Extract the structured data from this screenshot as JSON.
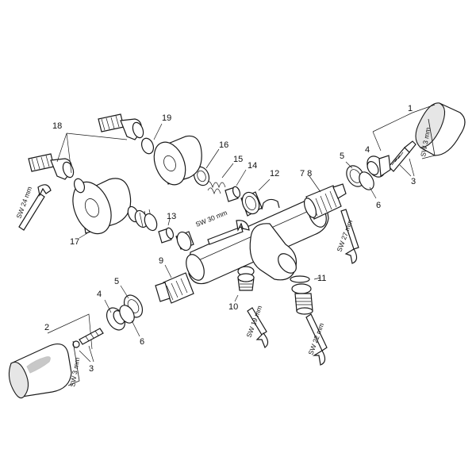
{
  "callouts": {
    "c1": "1",
    "c2": "2",
    "c3a": "3",
    "c3b": "3",
    "c4a": "4",
    "c4b": "4",
    "c5a": "5",
    "c5b": "5",
    "c6a": "6",
    "c6b": "6",
    "c7_8": "7 8",
    "c9": "9",
    "c10": "10",
    "c11": "11",
    "c12": "12",
    "c13": "13",
    "c14": "14",
    "c15": "15",
    "c16": "16",
    "c17": "17",
    "c18": "18",
    "c19": "19"
  },
  "wrench_labels": {
    "sw24": "SW 24 mm",
    "sw30": "SW 30 mm",
    "sw27": "SW 27 mm",
    "sw19": "SW 19 mm",
    "sw22": "SW 22 mm",
    "sw3_right": "SW 3 mm",
    "sw3_left": "SW 3 mm"
  }
}
